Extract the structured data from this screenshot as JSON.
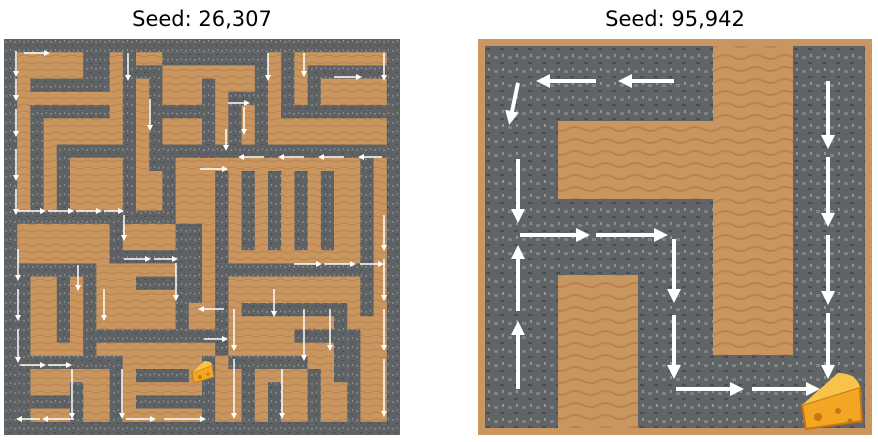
{
  "panels": [
    {
      "title": "Seed: 26,307",
      "grid_size": 15,
      "floor": "sand",
      "walls": "stone",
      "goal": "cheese-icon"
    },
    {
      "title": "Seed: 95,942",
      "grid_size": 5,
      "floor": "sand",
      "walls": "stone",
      "goal": "cheese-icon"
    }
  ],
  "colors": {
    "sand": "#c99660",
    "sand_stripe": "#b9824f",
    "stone": "#5f6265",
    "stone_light": "#7d8184",
    "arrow": "#ffffff",
    "cheese": "#f2a623",
    "cheese_dark": "#c67712"
  }
}
